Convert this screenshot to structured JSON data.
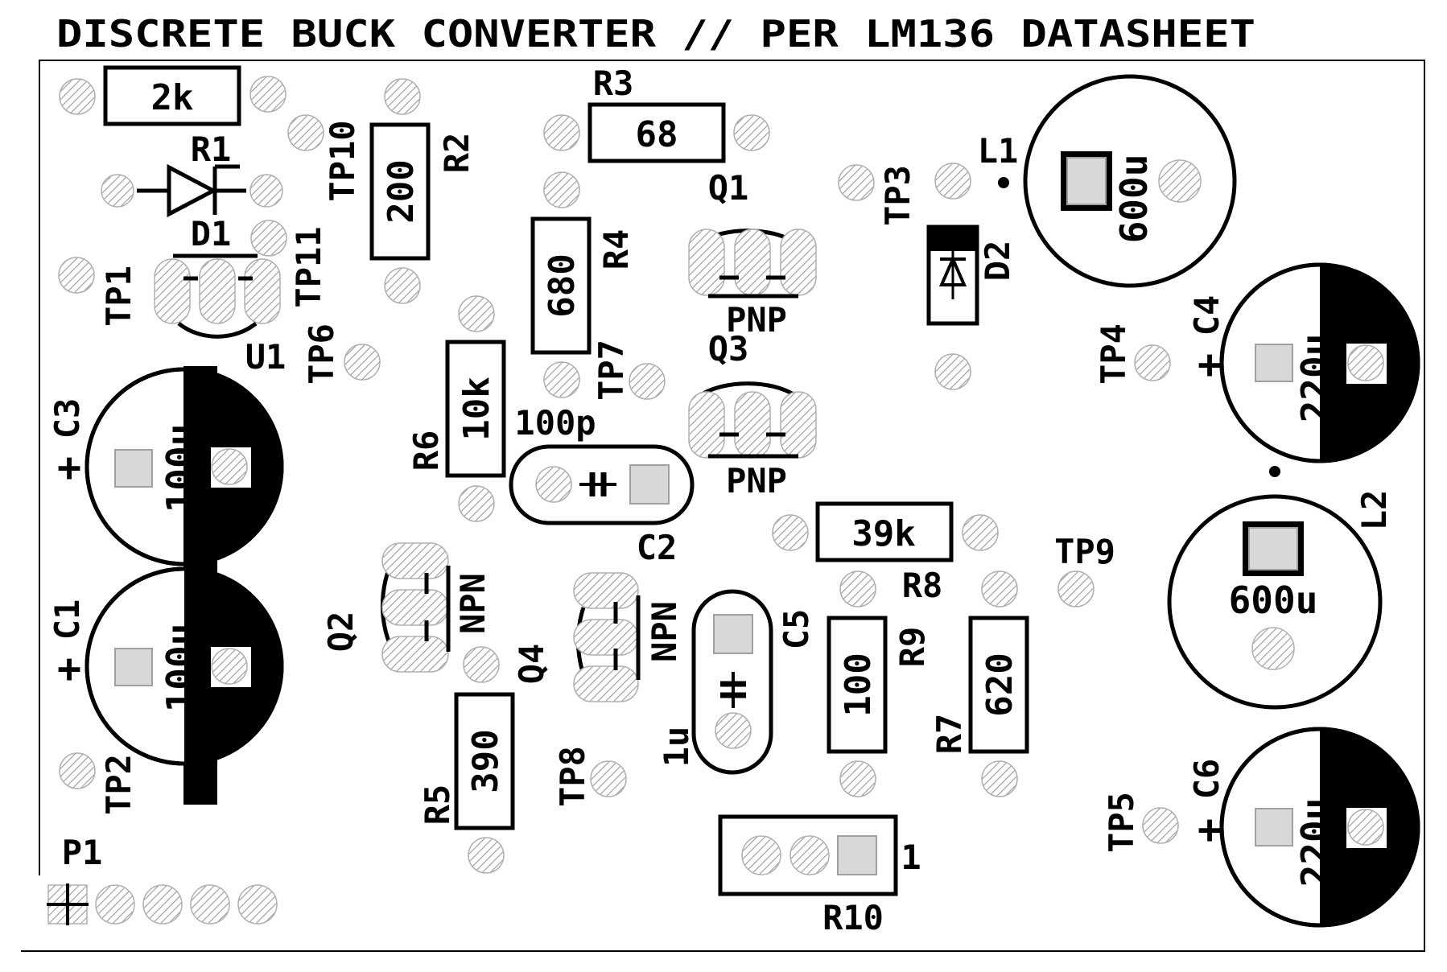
{
  "title": "DISCRETE BUCK CONVERTER // PER LM136 DATASHEET",
  "colors": {
    "silkscreen": "#000000",
    "background": "#ffffff",
    "pad_hatch": "#9a9a9a",
    "pad_fill": "#d8d8d8"
  },
  "resistors": [
    {
      "ref": "R1",
      "value": "2k"
    },
    {
      "ref": "R2",
      "value": "200"
    },
    {
      "ref": "R3",
      "value": "68"
    },
    {
      "ref": "R4",
      "value": "680"
    },
    {
      "ref": "R5",
      "value": "390"
    },
    {
      "ref": "R6",
      "value": "10k"
    },
    {
      "ref": "R7",
      "value": "620"
    },
    {
      "ref": "R8",
      "value": "39k"
    },
    {
      "ref": "R9",
      "value": "100"
    }
  ],
  "capacitors": [
    {
      "ref": "C1",
      "value": "100u",
      "polarity": "+"
    },
    {
      "ref": "C2",
      "value": "100p"
    },
    {
      "ref": "C3",
      "value": "100u",
      "polarity": "+"
    },
    {
      "ref": "C4",
      "value": "220u",
      "polarity": "+"
    },
    {
      "ref": "C5",
      "value": "1u"
    },
    {
      "ref": "C6",
      "value": "220u",
      "polarity": "+"
    }
  ],
  "inductors": [
    {
      "ref": "L1",
      "value": "600u"
    },
    {
      "ref": "L2",
      "value": "600u"
    }
  ],
  "transistors": [
    {
      "ref": "Q1",
      "type": "PNP"
    },
    {
      "ref": "Q2",
      "type": "NPN"
    },
    {
      "ref": "Q3",
      "type": "PNP"
    },
    {
      "ref": "Q4",
      "type": "NPN"
    }
  ],
  "diodes": [
    "D1",
    "D2"
  ],
  "ic": "U1",
  "trimmer": {
    "ref": "R10",
    "pin1": "1"
  },
  "connector": "P1",
  "test_points": [
    "TP1",
    "TP2",
    "TP3",
    "TP4",
    "TP5",
    "TP6",
    "TP7",
    "TP8",
    "TP9",
    "TP10",
    "TP11"
  ]
}
